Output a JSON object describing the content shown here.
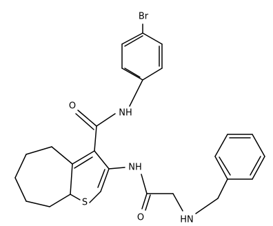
{
  "molecule": {
    "atom_labels": {
      "bromine": "Br",
      "amide_nh": "NH",
      "carbonyl_o_upper": "O",
      "thioamide_nh": "NH",
      "sulfur": "S",
      "carbonyl_o_lower": "O",
      "amine_nh": "HN"
    },
    "colors": {
      "bond": "#000000",
      "label": "#000000",
      "background": "#ffffff"
    }
  }
}
